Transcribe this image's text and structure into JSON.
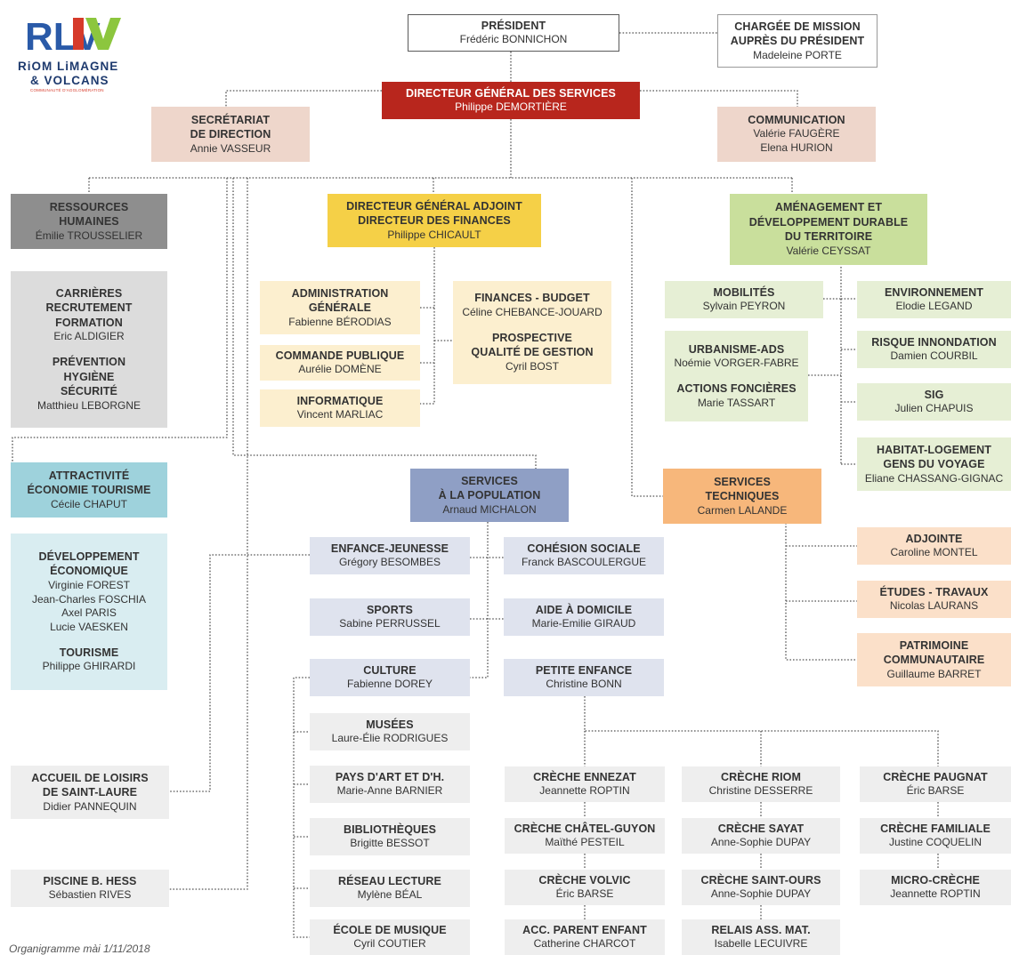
{
  "logo": {
    "letters": "RLV",
    "line1": "RiOM LiMAGNE",
    "line2": "& VOLCANS",
    "line3": "COMMUNAUTÉ D'AGGLOMÉRATION",
    "colors": {
      "blue": "#2a5aa8",
      "red": "#d63a2a",
      "green": "#8cc63e"
    }
  },
  "president": {
    "title": "PRÉSIDENT",
    "name": "Frédéric BONNICHON"
  },
  "charge_mission": {
    "title1": "CHARGÉE DE MISSION",
    "title2": "AUPRÈS DU PRÉSIDENT",
    "name": "Madeleine PORTE"
  },
  "dgs": {
    "title": "DIRECTEUR GÉNÉRAL DES SERVICES",
    "name": "Philippe DEMORTIÈRE"
  },
  "secretariat": {
    "title1": "SECRÉTARIAT",
    "title2": "DE DIRECTION",
    "name": "Annie VASSEUR"
  },
  "communication": {
    "title": "COMMUNICATION",
    "name1": "Valérie FAUGÈRE",
    "name2": "Elena HURION"
  },
  "rh": {
    "title1": "RESSOURCES",
    "title2": "HUMAINES",
    "name": "Émilie TROUSSELIER"
  },
  "rh_sub": {
    "a_t1": "CARRIÈRES",
    "a_t2": "RECRUTEMENT",
    "a_t3": "FORMATION",
    "a_name": "Eric ALDIGIER",
    "b_t1": "PRÉVENTION",
    "b_t2": "HYGIÈNE",
    "b_t3": "SÉCURITÉ",
    "b_name": "Matthieu LEBORGNE"
  },
  "dga": {
    "title1": "DIRECTEUR GÉNÉRAL ADJOINT",
    "title2": "DIRECTEUR DES FINANCES",
    "name": "Philippe CHICAULT"
  },
  "admin_gen": {
    "title1": "ADMINISTRATION",
    "title2": "GÉNÉRALE",
    "name": "Fabienne BÉRODIAS"
  },
  "commande": {
    "title": "COMMANDE PUBLIQUE",
    "name": "Aurélie DOMÈNE"
  },
  "informatique": {
    "title": "INFORMATIQUE",
    "name": "Vincent MARLIAC"
  },
  "finances": {
    "a_title": "FINANCES - BUDGET",
    "a_name": "Céline CHEBANCE-JOUARD",
    "b_title1": "PROSPECTIVE",
    "b_title2": "QUALITÉ DE GESTION",
    "b_name": "Cyril BOST"
  },
  "amenagement": {
    "title1": "AMÉNAGEMENT ET",
    "title2": "DÉVELOPPEMENT DURABLE",
    "title3": "DU TERRITOIRE",
    "name": "Valérie CEYSSAT"
  },
  "mobilites": {
    "title": "MOBILITÉS",
    "name": "Sylvain PEYRON"
  },
  "urbanisme": {
    "a_title": "URBANISME-ADS",
    "a_name": "Noémie VORGER-FABRE",
    "b_title": "ACTIONS FONCIÈRES",
    "b_name": "Marie TASSART"
  },
  "environnement": {
    "title": "ENVIRONNEMENT",
    "name": "Elodie LEGAND"
  },
  "risque": {
    "title": "RISQUE INNONDATION",
    "name": "Damien COURBIL"
  },
  "sig": {
    "title": "SIG",
    "name": "Julien CHAPUIS"
  },
  "habitat": {
    "title1": "HABITAT-LOGEMENT",
    "title2": "GENS DU VOYAGE",
    "name": "Eliane CHASSANG-GIGNAC"
  },
  "attractivite": {
    "title1": "ATTRACTIVITÉ",
    "title2": "ÉCONOMIE TOURISME",
    "name": "Cécile CHAPUT"
  },
  "dev_eco": {
    "title1": "DÉVELOPPEMENT",
    "title2": "ÉCONOMIQUE",
    "names": [
      "Virginie FOREST",
      "Jean-Charles FOSCHIA",
      "Axel PARIS",
      "Lucie VAESKEN"
    ],
    "tour_title": "TOURISME",
    "tour_name": "Philippe GHIRARDI"
  },
  "services_pop": {
    "title1": "SERVICES",
    "title2": "À LA POPULATION",
    "name": "Arnaud MICHALON"
  },
  "services_tech": {
    "title1": "SERVICES",
    "title2": "TECHNIQUES",
    "name": "Carmen LALANDE"
  },
  "adjointe": {
    "title": "ADJOINTE",
    "name": "Caroline MONTEL"
  },
  "etudes": {
    "title": "ÉTUDES - TRAVAUX",
    "name": "Nicolas LAURANS"
  },
  "patrimoine": {
    "title1": "PATRIMOINE",
    "title2": "COMMUNAUTAIRE",
    "name": "Guillaume BARRET"
  },
  "enfance": {
    "title": "ENFANCE-JEUNESSE",
    "name": "Grégory BESOMBES"
  },
  "cohesion": {
    "title": "COHÉSION SOCIALE",
    "name": "Franck BASCOULERGUE"
  },
  "sports": {
    "title": "SPORTS",
    "name": "Sabine PERRUSSEL"
  },
  "aide": {
    "title": "AIDE À DOMICILE",
    "name": "Marie-Emilie GIRAUD"
  },
  "culture": {
    "title": "CULTURE",
    "name": "Fabienne DOREY"
  },
  "petite_enfance": {
    "title": "PETITE ENFANCE",
    "name": "Christine BONN"
  },
  "musees": {
    "title": "MUSÉES",
    "name": "Laure-Élie RODRIGUES"
  },
  "pays_art": {
    "title": "PAYS D'ART ET D'H.",
    "name": "Marie-Anne BARNIER"
  },
  "bibliotheques": {
    "title": "BIBLIOTHÈQUES",
    "name": "Brigitte BESSOT"
  },
  "reseau": {
    "title": "RÉSEAU LECTURE",
    "name": "Mylène BÉAL"
  },
  "ecole": {
    "title": "ÉCOLE DE MUSIQUE",
    "name": "Cyril COUTIER"
  },
  "accueil": {
    "title1": "ACCUEIL DE LOISIRS",
    "title2": "DE SAINT-LAURE",
    "name": "Didier PANNEQUIN"
  },
  "piscine": {
    "title": "PISCINE B. HESS",
    "name": "Sébastien RIVES"
  },
  "creche_ennezat": {
    "title": "CRÈCHE ENNEZAT",
    "name": "Jeannette ROPTIN"
  },
  "creche_chatel": {
    "title": "CRÈCHE CHÂTEL-GUYON",
    "name": "Maïthé PESTEIL"
  },
  "creche_volvic": {
    "title": "CRÈCHE VOLVIC",
    "name": "Éric BARSE"
  },
  "acc_parent": {
    "title": "ACC. PARENT ENFANT",
    "name": "Catherine CHARCOT"
  },
  "creche_riom": {
    "title": "CRÈCHE RIOM",
    "name": "Christine DESSERRE"
  },
  "creche_sayat": {
    "title": "CRÈCHE SAYAT",
    "name": "Anne-Sophie DUPAY"
  },
  "creche_saint_ours": {
    "title": "CRÈCHE SAINT-OURS",
    "name": "Anne-Sophie DUPAY"
  },
  "relais": {
    "title": "RELAIS ASS. MAT.",
    "name": "Isabelle LECUIVRE"
  },
  "creche_paugnat": {
    "title": "CRÈCHE PAUGNAT",
    "name": "Éric BARSE"
  },
  "creche_familiale": {
    "title": "CRÈCHE FAMILIALE",
    "name": "Justine COQUELIN"
  },
  "micro_creche": {
    "title": "MICRO-CRÈCHE",
    "name": "Jeannette ROPTIN"
  },
  "footnote": "Organigramme mài 1/11/2018"
}
